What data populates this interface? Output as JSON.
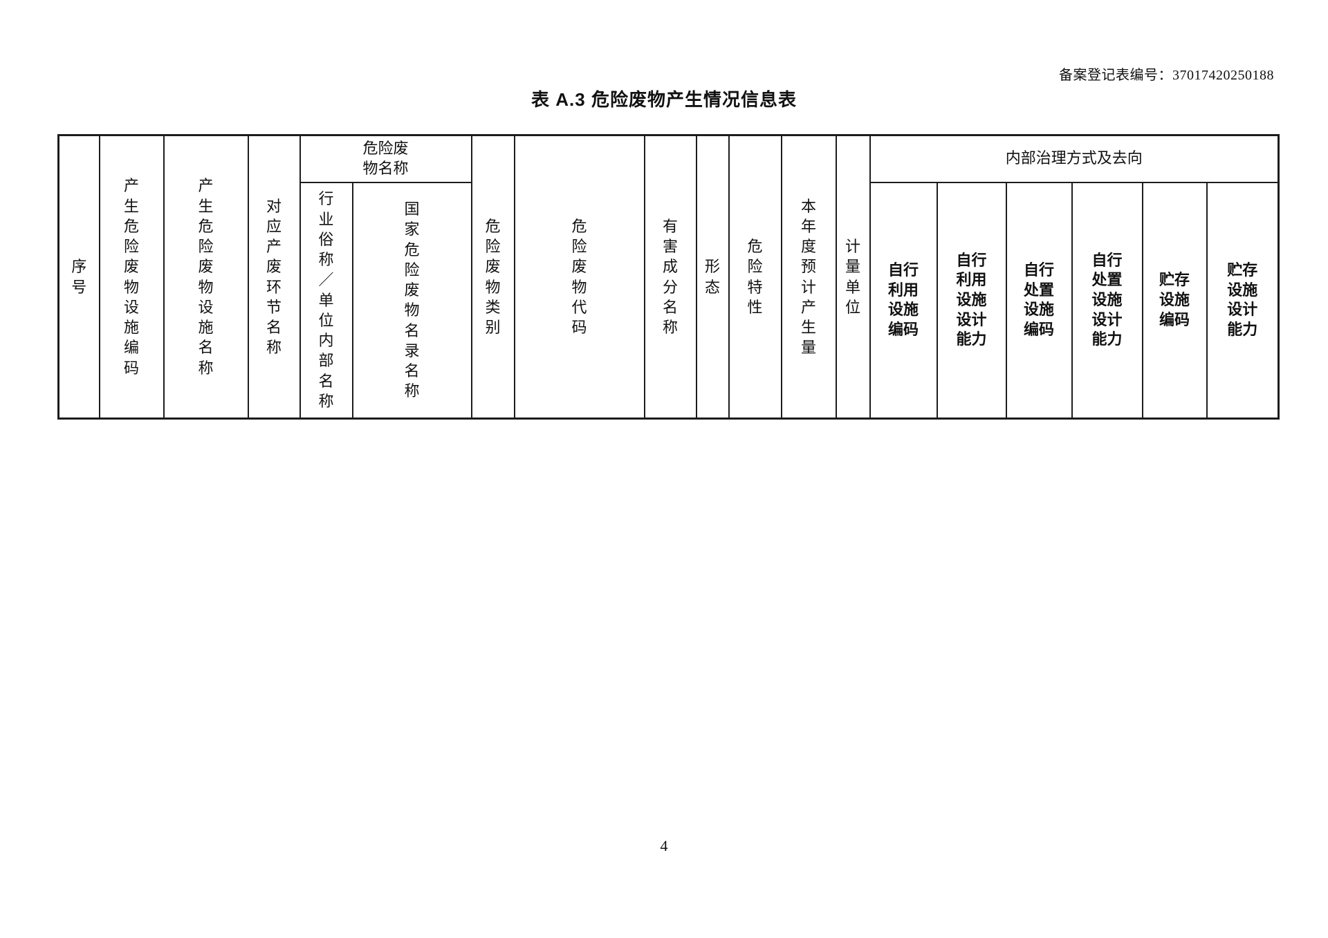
{
  "header": {
    "registration_number": "备案登记表编号：37017420250188",
    "title": "表 A.3 危险废物产生情况信息表"
  },
  "table": {
    "groups": {
      "waste_name": "危险废物名称",
      "internal_treatment": "内部治理方式及去向"
    },
    "columns": {
      "seq": "序号",
      "gen_facility_code": "产生危险废物设施编码",
      "gen_facility_name": "产生危险废物设施名称",
      "waste_step_name": "对应产废环节名称",
      "industry_alias": "行业俗称／单位内部名称",
      "national_list_name": "国家危险废物名录名称",
      "waste_category": "危险废物类别",
      "waste_code": "危险废物代码",
      "harmful_component": "有害成分名称",
      "physical_form": "形态",
      "hazard_property": "危险特性",
      "annual_expected_output": "本年度预计产生量",
      "measurement_unit": "计量单位",
      "self_use_facility_code": "自行利用设施编码",
      "self_use_design_capacity": "自行利用设施设计能力",
      "self_disposal_facility_code": "自行处置设施编码",
      "self_disposal_design_capacity": "自行处置设施设计能力",
      "storage_facility_code": "贮存设施编码",
      "storage_design_capacity": "贮存设施设计能力"
    }
  },
  "footer": {
    "page_number": "4"
  }
}
